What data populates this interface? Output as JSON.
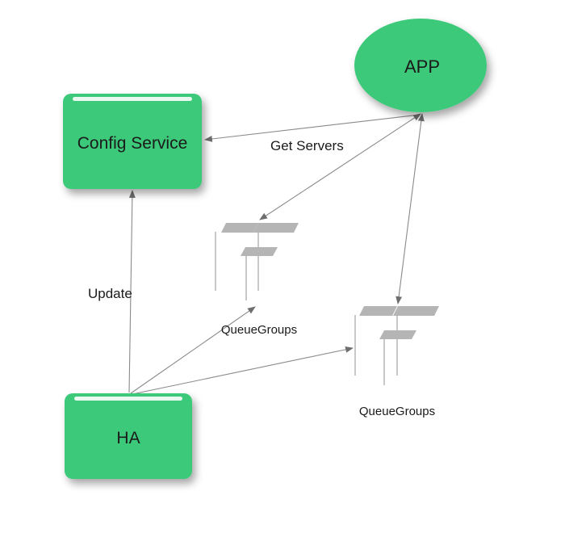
{
  "nodes": {
    "app": {
      "label": "APP"
    },
    "config_service": {
      "label": "Config Service"
    },
    "ha": {
      "label": "HA"
    }
  },
  "queue_groups": [
    {
      "label": "QueueGroups"
    },
    {
      "label": "QueueGroups"
    }
  ],
  "edges": {
    "get_servers": "Get Servers",
    "update": "Update"
  },
  "colors": {
    "node_fill": "#3ec97a",
    "node_highlight": "#e9f9ef",
    "edge": "#8a8a8a",
    "queue_bar": "#b5b5b5"
  }
}
